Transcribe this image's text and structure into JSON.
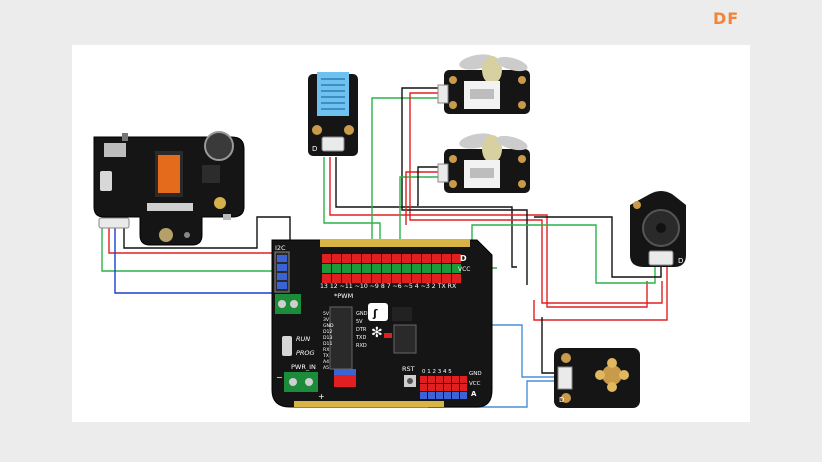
{
  "brand": {
    "logo_text": "DF",
    "logo_color": "#f0853a"
  },
  "diagram": {
    "components": {
      "camera": "camera-module",
      "temp_sensor": "DHT11-style temperature/humidity sensor",
      "fan_top": "fan module",
      "fan_bottom": "fan module",
      "buzzer": "buzzer module",
      "flame_sensor": "flame sensor module",
      "shield": "IO expansion shield"
    },
    "board_labels": {
      "i2c": "I2C",
      "d": "D",
      "vcc": "VCC",
      "pin_row": "13 12 ~11 ~10 ~9 8 7 ~6 ~5 4 ~3 2 TX RX",
      "pwm": "*PWM",
      "run": "RUN",
      "prog": "PROG",
      "pwr_in": "PWR_IN",
      "rst": "RST",
      "gnd": "GND",
      "analog_row": "0 1 2 3 4 5",
      "a": "A",
      "spi_labels": [
        "5V",
        "3V",
        "GND",
        "D12",
        "D13",
        "D11",
        "RX",
        "TX",
        "A4",
        "A5"
      ],
      "dbg_labels": [
        "GND",
        "5V",
        "DTR",
        "TXD",
        "RXD"
      ]
    },
    "wire_colors": {
      "red": "#e02020",
      "black": "#111111",
      "green": "#2bb34a",
      "blue": "#1b3fcf",
      "light_blue": "#4a8fd8"
    }
  }
}
